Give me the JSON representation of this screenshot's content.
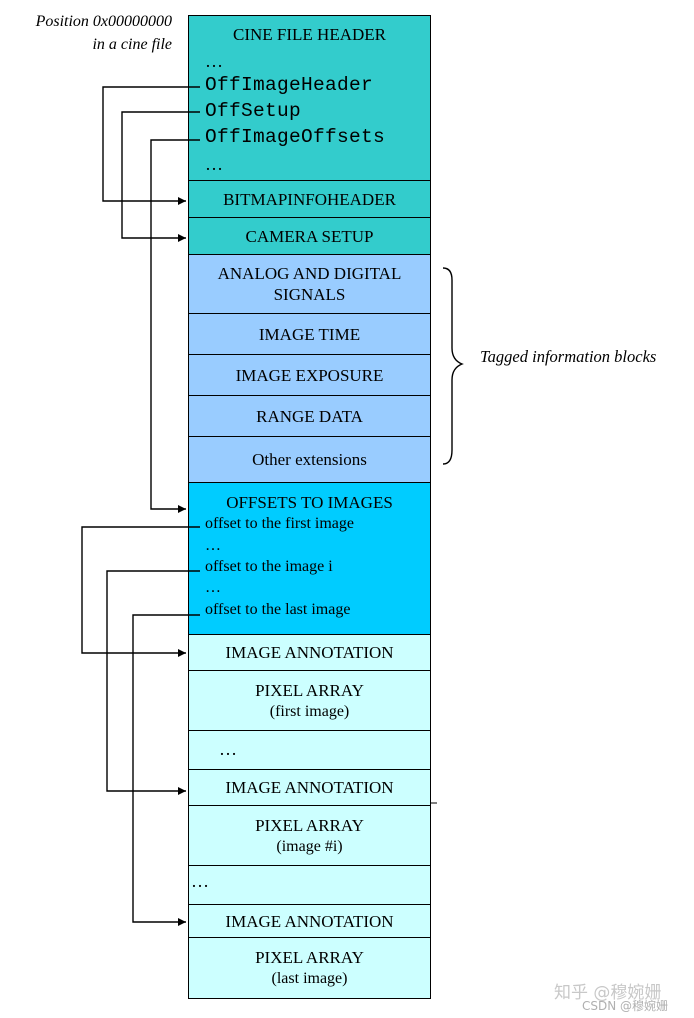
{
  "position_note": {
    "line1": "Position 0x00000000",
    "line2": "in a cine file"
  },
  "cine_file_header": {
    "title": "CINE FILE HEADER",
    "ellipsis_top": "…",
    "fields": [
      "OffImageHeader",
      "OffSetup",
      "OffImageOffsets"
    ],
    "ellipsis_bottom": "…"
  },
  "bitmapinfoheader": "BITMAPINFOHEADER",
  "camera_setup": "CAMERA SETUP",
  "tagged_blocks": {
    "items": [
      "ANALOG AND DIGITAL SIGNALS",
      "IMAGE TIME",
      "IMAGE EXPOSURE",
      "RANGE DATA",
      "Other extensions"
    ],
    "brace_label": "Tagged information blocks"
  },
  "offsets_block": {
    "title": "OFFSETS TO IMAGES",
    "lines": [
      "offset to the first image",
      "…",
      "offset to the  image i",
      "…",
      "offset to the last image"
    ]
  },
  "images": {
    "first": {
      "annotation": "IMAGE ANNOTATION",
      "pixel": "PIXEL ARRAY",
      "sub": "(first image)"
    },
    "gap1": "…",
    "ith": {
      "annotation": "IMAGE ANNOTATION",
      "pixel": "PIXEL ARRAY",
      "sub": "(image #i)"
    },
    "gap2": "…",
    "last": {
      "annotation": "IMAGE ANNOTATION",
      "pixel": "PIXEL ARRAY",
      "sub": "(last image)"
    }
  },
  "watermark": {
    "zhihu": "知乎 @穆婉姗",
    "csdn": "CSDN @穆婉姗"
  },
  "colors": {
    "header": "#33cccc",
    "tagged": "#99ccff",
    "offsets": "#00ccff",
    "images": "#ccffff"
  }
}
